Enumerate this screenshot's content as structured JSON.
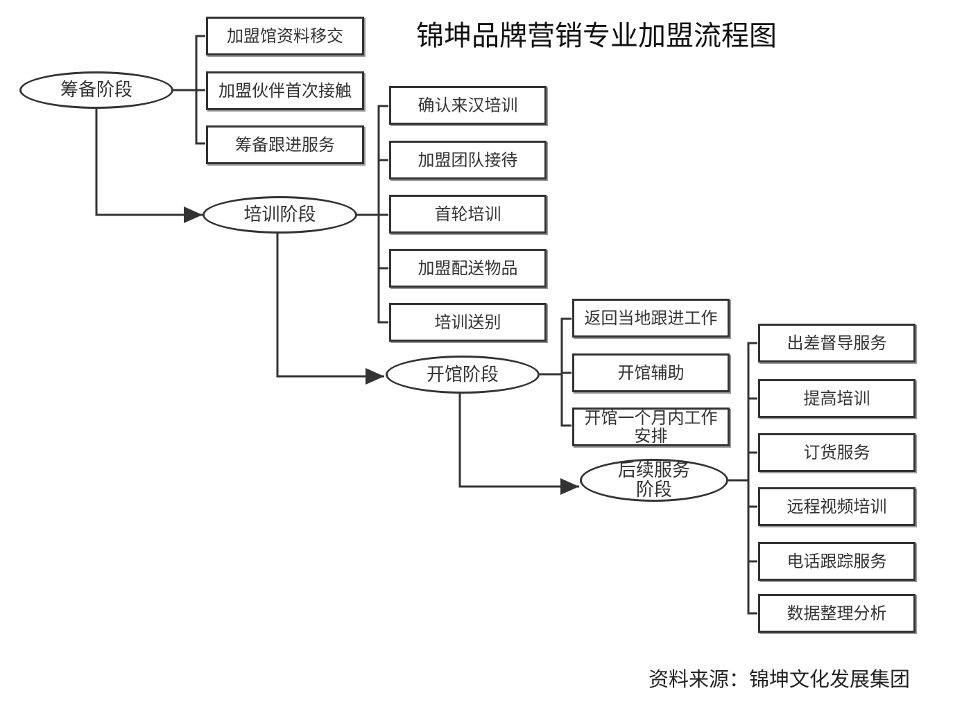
{
  "title": "锦坤品牌营销专业加盟流程图",
  "source": "资料来源：锦坤文化发展集团",
  "stages": [
    {
      "label": "筹备阶段",
      "items": [
        "加盟馆资料移交",
        "加盟伙伴首次接触",
        "筹备跟进服务"
      ]
    },
    {
      "label": "培训阶段",
      "items": [
        "确认来汉培训",
        "加盟团队接待",
        "首轮培训",
        "加盟配送物品",
        "培训送别"
      ]
    },
    {
      "label": "开馆阶段",
      "items": [
        "返回当地跟进工作",
        "开馆辅助",
        "开馆一个月内工作安排"
      ]
    },
    {
      "label": "后续服务阶段",
      "items": [
        "出差督导服务",
        "提高培训",
        "订货服务",
        "远程视频培训",
        "电话跟踪服务",
        "数据整理分析"
      ]
    }
  ],
  "colors": {
    "line": "#333333",
    "box_border": "#333333",
    "text": "#333333"
  }
}
